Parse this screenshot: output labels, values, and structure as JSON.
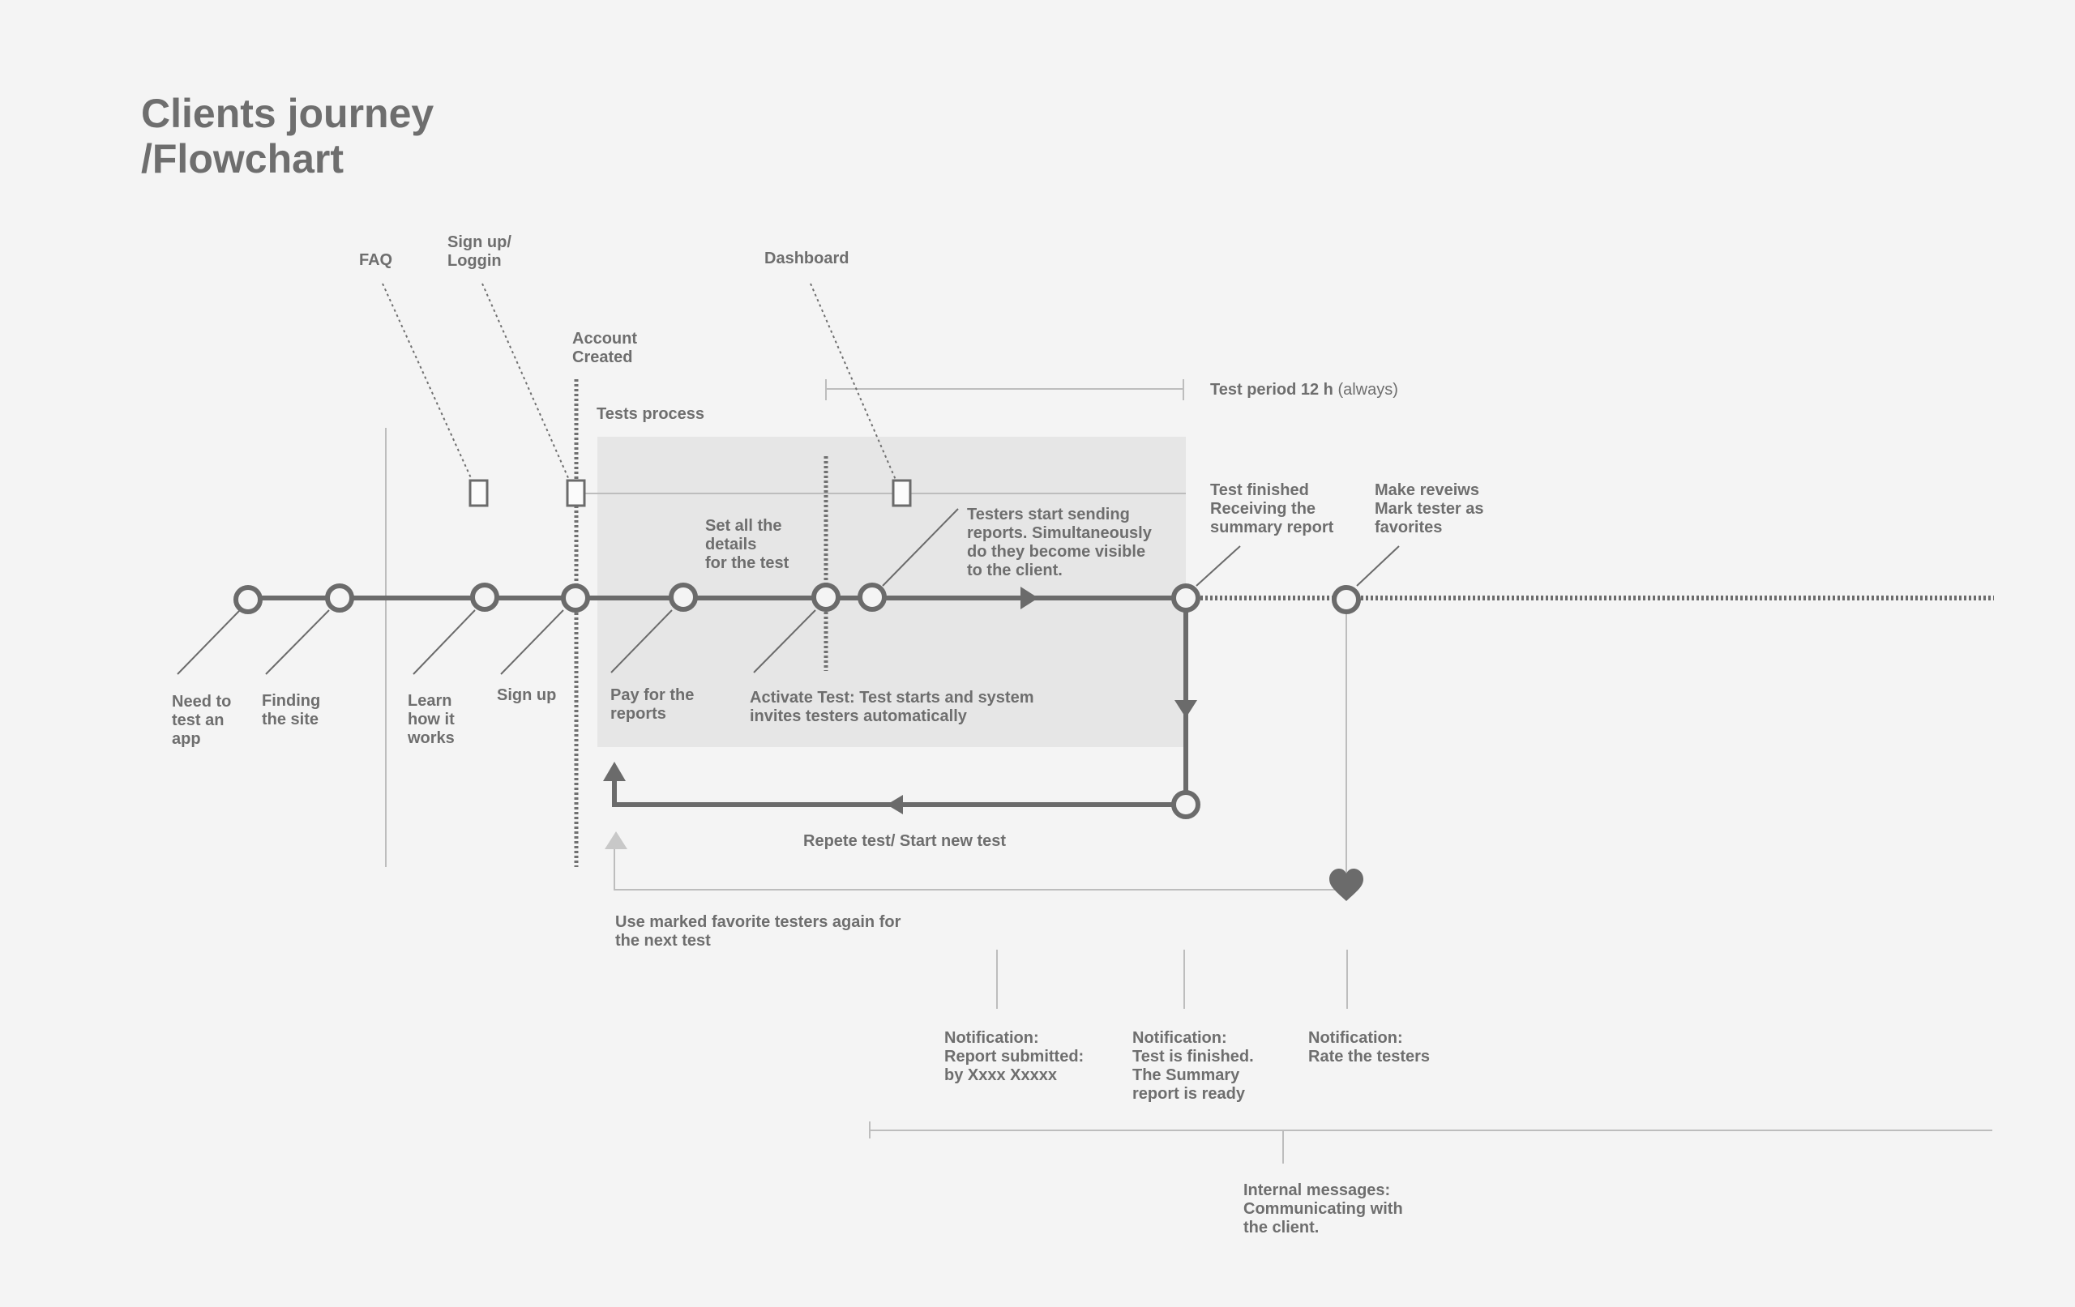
{
  "title": {
    "line1": "Clients journey",
    "line2": "/Flowchart"
  },
  "top_labels": {
    "faq": "FAQ",
    "signup_login": "Sign up/\nLoggin",
    "dashboard": "Dashboard",
    "account_created": "Account\nCreated",
    "tests_process": "Tests process",
    "test_period": "Test period 12 h",
    "test_period_note": "(always)"
  },
  "steps": {
    "need_app": "Need to\ntest an\napp",
    "finding_site": "Finding\nthe site",
    "learn": "Learn\nhow it\nworks",
    "sign_up": "Sign up",
    "pay": "Pay for the\nreports",
    "set_details": "Set all the\ndetails\nfor the test",
    "activate": "Activate Test: Test starts and system\ninvites testers automatically",
    "testers_start": "Testers start sending\nreports. Simultaneously\ndo they become visible\nto the client.",
    "test_finished": "Test finished\nReceiving the\nsummary report",
    "make_reviews": "Make reveiws\nMark tester as\nfavorites"
  },
  "loops": {
    "repeat": "Repete test/ Start new test",
    "favorites": "Use marked favorite testers again for\nthe next test"
  },
  "notifications": {
    "report_submitted": "Notification:\nReport submitted:\nby Xxxx Xxxxx",
    "test_finished": "Notification:\nTest is finished.\nThe Summary\nreport is ready",
    "rate_testers": "Notification:\nRate the testers"
  },
  "internal": "Internal messages:\nCommunicating with\nthe client.",
  "colors": {
    "background": "#f4f4f4",
    "line": "#6b6b6b",
    "panel": "#e6e6e6",
    "thin": "#bdbdbd"
  }
}
